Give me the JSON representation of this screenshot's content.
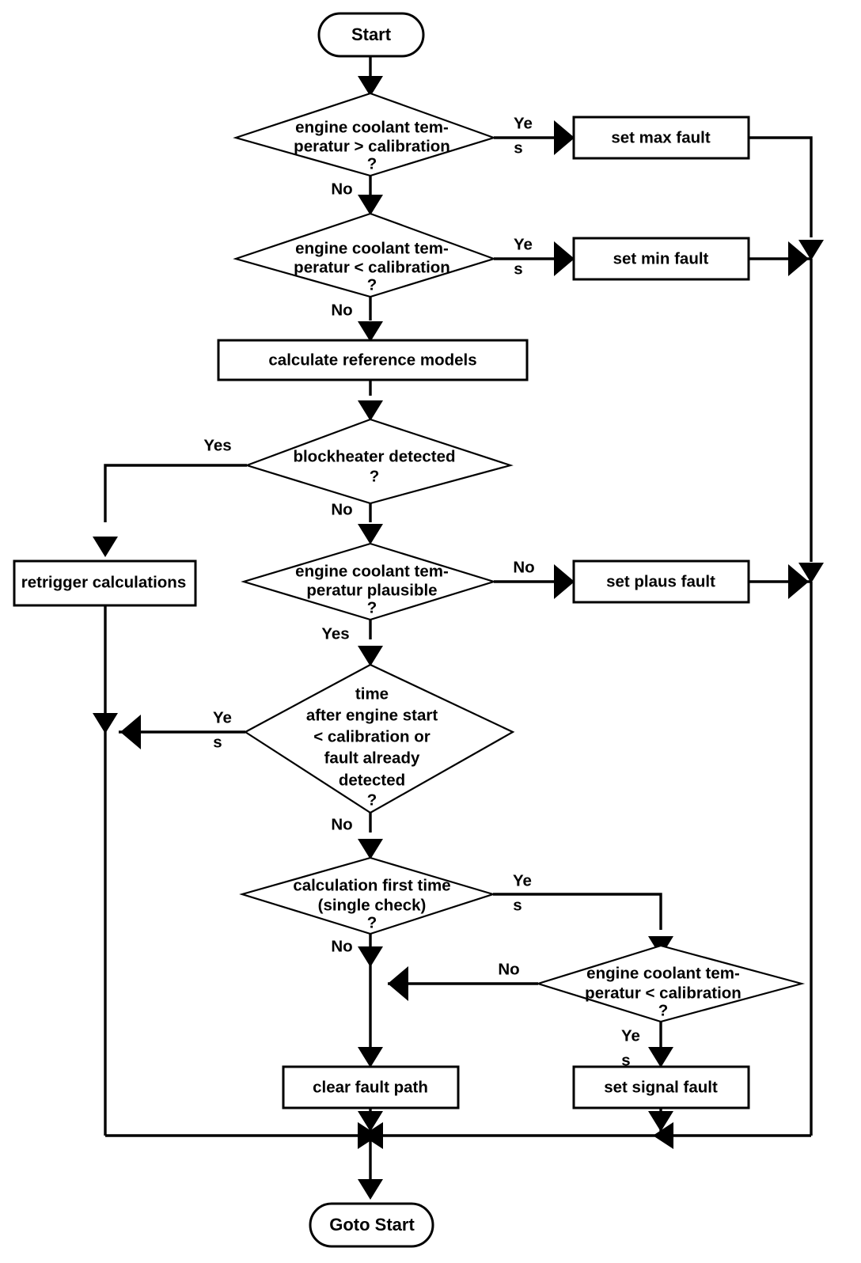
{
  "diagram": {
    "title": "engine coolant temperature fault diagnosis flowchart",
    "type": "flowchart",
    "colors": {
      "stroke": "#000000",
      "fill": "#ffffff",
      "text": "#000000"
    }
  },
  "nodes": {
    "start": {
      "label": "Start",
      "shape": "terminator"
    },
    "d_max": {
      "line1": "engine coolant tem-",
      "line2": "peratur > calibration",
      "line3": "?",
      "shape": "decision"
    },
    "b_max": {
      "label": "set max fault",
      "shape": "process"
    },
    "d_min": {
      "line1": "engine coolant tem-",
      "line2": "peratur < calibration",
      "line3": "?",
      "shape": "decision"
    },
    "b_min": {
      "label": "set min fault",
      "shape": "process"
    },
    "b_calc": {
      "label": "calculate reference models",
      "shape": "process"
    },
    "d_block": {
      "line1": "blockheater detected",
      "line2": "?",
      "shape": "decision"
    },
    "b_retrig": {
      "label": "retrigger calculations",
      "shape": "process"
    },
    "d_plaus": {
      "line1": "engine coolant tem-",
      "line2": "peratur plausible",
      "line3": "?",
      "shape": "decision"
    },
    "b_plaus": {
      "label": "set plaus fault",
      "shape": "process"
    },
    "d_time": {
      "line1": "time",
      "line2": "after engine start",
      "line3": "< calibration or",
      "line4": "fault already",
      "line5": "detected",
      "line6": "?",
      "shape": "decision"
    },
    "d_first": {
      "line1": "calculation first time",
      "line2": "(single check)",
      "line3": "?",
      "shape": "decision"
    },
    "d_sig": {
      "line1": "engine coolant tem-",
      "line2": "peratur < calibration",
      "line3": "?",
      "shape": "decision"
    },
    "b_clear": {
      "label": "clear fault path",
      "shape": "process"
    },
    "b_signal": {
      "label": "set signal fault",
      "shape": "process"
    },
    "goto": {
      "label": "Goto Start",
      "shape": "terminator"
    }
  },
  "edge_labels": {
    "max_yes_a": "Ye",
    "max_yes_b": "s",
    "max_no": "No",
    "min_yes_a": "Ye",
    "min_yes_b": "s",
    "min_no": "No",
    "block_yes": "Yes",
    "block_no": "No",
    "plaus_no": "No",
    "plaus_yes": "Yes",
    "time_yes_a": "Ye",
    "time_yes_b": "s",
    "time_no": "No",
    "first_yes_a": "Ye",
    "first_yes_b": "s",
    "first_no": "No",
    "sig_no": "No",
    "sig_yes_a": "Ye",
    "sig_yes_b": "s"
  }
}
